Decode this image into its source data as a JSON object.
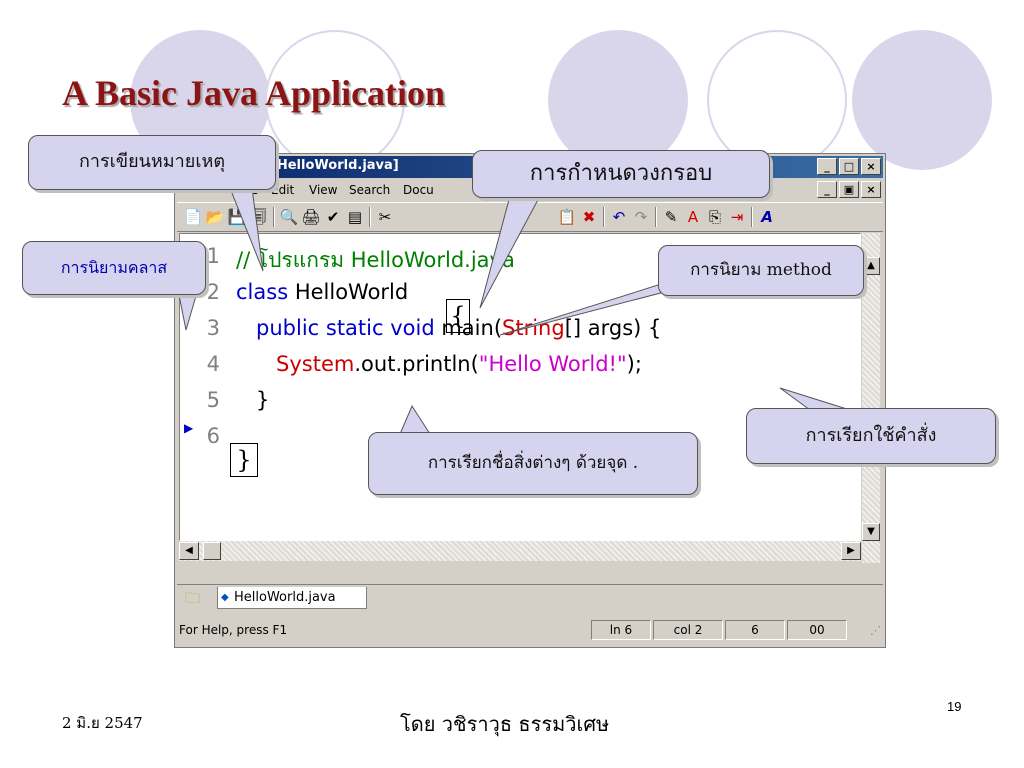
{
  "slide": {
    "title": "A Basic Java Application",
    "footer_date": "2 มิ.ย 2547",
    "footer_author": "โดย วชิราวุธ ธรรมวิเศษ",
    "page_number": "19"
  },
  "window": {
    "title": "- [HelloWorld.java]",
    "menu": [
      "e",
      "Edit",
      "View",
      "Search",
      "Docu"
    ]
  },
  "code": {
    "lines": [
      {
        "num": "1",
        "parts": [
          {
            "t": "// โปรแกรม HelloWorld.java",
            "c": "cm"
          }
        ]
      },
      {
        "num": "2",
        "parts": [
          {
            "t": "class",
            "c": "kw"
          },
          {
            "t": " HelloWorld ",
            "c": "pl"
          }
        ]
      },
      {
        "num": "3",
        "parts": [
          {
            "t": "   public static void",
            "c": "kw"
          },
          {
            "t": " main(",
            "c": "pl"
          },
          {
            "t": "String",
            "c": "ty"
          },
          {
            "t": "[] args) {",
            "c": "pl"
          }
        ]
      },
      {
        "num": "4",
        "parts": [
          {
            "t": "      System",
            "c": "ty"
          },
          {
            "t": ".out.println(",
            "c": "pl"
          },
          {
            "t": "\"Hello World!\"",
            "c": "st"
          },
          {
            "t": ");",
            "c": "pl"
          }
        ]
      },
      {
        "num": "5",
        "parts": [
          {
            "t": "   }",
            "c": "pl"
          }
        ]
      },
      {
        "num": "6",
        "parts": []
      }
    ],
    "open_brace": "{",
    "close_brace": "}"
  },
  "file_tab": "HelloWorld.java",
  "status": {
    "help": "For Help, press F1",
    "line": "ln 6",
    "col": "col 2",
    "num": "6",
    "code": "00"
  },
  "callouts": {
    "comment": "การเขียนหมายเหตุ",
    "block": "การกำหนดวงกรอบ",
    "class_def": "การนิยามคลาส",
    "method_def": "การนิยาม method",
    "dot_access": "การเรียกชื่อสิ่งต่างๆ ด้วยจุด .",
    "method_call": "การเรียกใช้คำสั่ง"
  },
  "colors": {
    "title": "#8b1414",
    "callout_bg": "#d6d3ee",
    "circle": "#d9d6ec",
    "keyword": "#0000cc",
    "comment": "#008000",
    "type": "#cc0000",
    "string": "#cc00cc"
  }
}
